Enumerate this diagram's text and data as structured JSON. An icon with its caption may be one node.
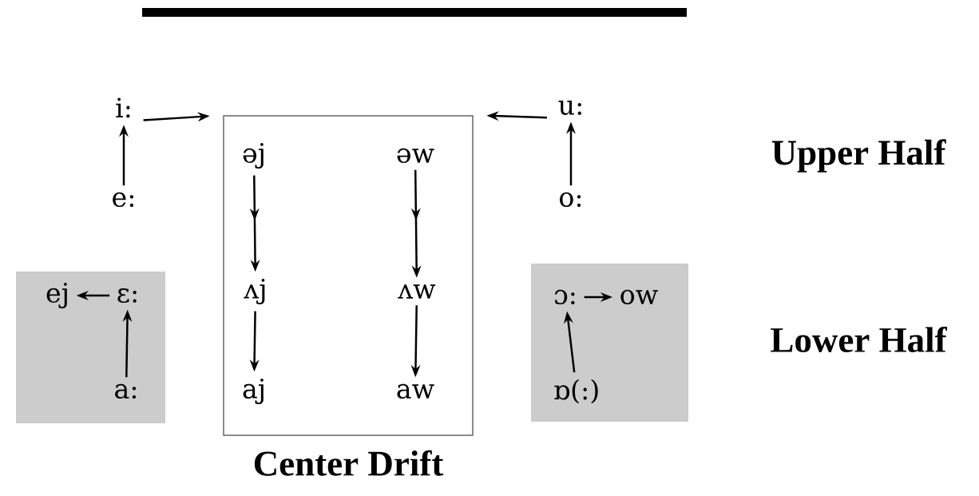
{
  "diagram": {
    "nodes": [
      {
        "text": [
          "Center Drift"
        ]
      },
      {
        "text": [
          "əj"
        ],
        "in": 0
      },
      {
        "text": [
          "əw"
        ],
        "in": 0
      },
      {
        "text": [
          "ʌj"
        ],
        "in": 0
      },
      {
        "text": [
          "ʌw"
        ],
        "in": 0
      },
      {
        "text": [
          "aj"
        ],
        "in": 0
      },
      {
        "text": [
          "aw"
        ],
        "in": 0
      },
      {
        "text": [
          "i:"
        ]
      },
      {
        "text": [
          "e:"
        ]
      },
      {
        "text": [
          "u:"
        ]
      },
      {
        "text": [
          "o:"
        ]
      },
      {
        "text": [],
        "shape": "box"
      },
      {
        "text": [
          "ej"
        ],
        "in": 11
      },
      {
        "text": [
          "ɛ:"
        ],
        "in": 11
      },
      {
        "text": [
          "a:"
        ],
        "in": 11
      },
      {
        "text": [],
        "shape": "box"
      },
      {
        "text": [
          "ɔ:"
        ],
        "in": 15
      },
      {
        "text": [
          "ow"
        ],
        "in": 15
      },
      {
        "text": [
          "ɒ(:)"
        ],
        "in": 15
      }
    ],
    "edges": [
      {
        "from": 8,
        "to": 7,
        "arrow": "to"
      },
      {
        "from": 7,
        "to": 0,
        "arrow": "to"
      },
      {
        "from": 9,
        "to": 0,
        "arrow": "to"
      },
      {
        "from": 10,
        "to": 9,
        "arrow": "to"
      },
      {
        "from": 1,
        "to": 3,
        "arrow": "to"
      },
      {
        "from": 3,
        "to": 5,
        "arrow": "to"
      },
      {
        "from": 2,
        "to": 4,
        "arrow": "to"
      },
      {
        "from": 4,
        "to": 6,
        "arrow": "to"
      },
      {
        "from": 13,
        "to": 12,
        "arrow": "to"
      },
      {
        "from": 14,
        "to": 13,
        "arrow": "to"
      },
      {
        "from": 16,
        "to": 17,
        "arrow": "to"
      },
      {
        "from": 18,
        "to": 16,
        "arrow": "to"
      }
    ],
    "labels": [
      "Upper Half",
      "Lower Half"
    ]
  }
}
